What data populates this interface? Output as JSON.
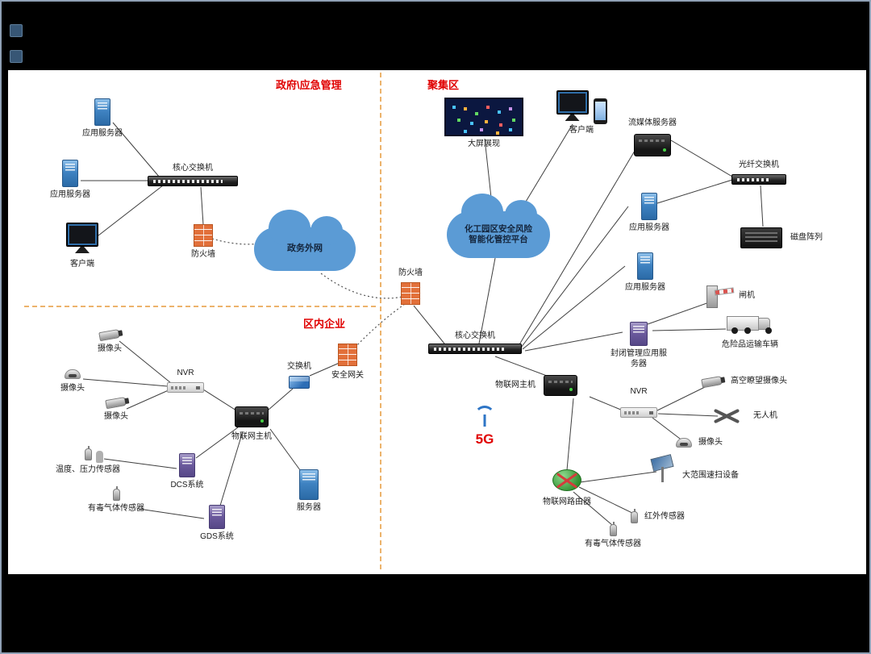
{
  "colors": {
    "accent_red": "#e00000",
    "cloud_blue": "#5B9BD5",
    "divider_orange": "#e59a3c",
    "firewall_orange": "#e2703a"
  },
  "zones": {
    "gov": "政府\\应急管理",
    "cluster": "聚集区",
    "enterprise": "区内企业"
  },
  "nodes": {
    "gov": {
      "app_server1": "应用服务器",
      "app_server2": "应用服务器",
      "client": "客户端",
      "core_switch": "核心交换机",
      "firewall": "防火墙",
      "cloud": "政务外网"
    },
    "cluster": {
      "big_screen": "大屏展现",
      "client": "客户端",
      "streaming_server": "流媒体服务器",
      "fiber_switch": "光纤交换机",
      "disk_array": "磁盘阵列",
      "app_server1": "应用服务器",
      "app_server2": "应用服务器",
      "platform_line1": "化工园区安全风险",
      "platform_line2": "智能化管控平台",
      "firewall": "防火墙",
      "core_switch": "核心交换机",
      "gate": "闸机",
      "closed_mgmt_server": "封闭管理应用服务器",
      "truck": "危险品运输车辆",
      "iot_host": "物联网主机",
      "nvr": "NVR",
      "high_camera": "高空瞭望摄像头",
      "drone": "无人机",
      "camera": "摄像头",
      "five_g": "5G",
      "iot_router": "物联网路由器",
      "wide_scan": "大范围速扫设备",
      "infrared_sensor": "红外传感器",
      "toxic_gas_sensor": "有毒气体传感器"
    },
    "enterprise": {
      "camera1": "摄像头",
      "camera2": "摄像头",
      "camera3": "摄像头",
      "nvr": "NVR",
      "switch": "交换机",
      "security_gateway": "安全网关",
      "iot_host": "物联网主机",
      "temp_pressure_sensor": "温度、压力传感器",
      "dcs": "DCS系统",
      "toxic_gas_sensor": "有毒气体传感器",
      "gds": "GDS系统",
      "server": "服务器"
    }
  },
  "edges": [
    {
      "from": "gov.app_server1",
      "to": "gov.core_switch",
      "style": "solid"
    },
    {
      "from": "gov.app_server2",
      "to": "gov.core_switch",
      "style": "solid"
    },
    {
      "from": "gov.client",
      "to": "gov.core_switch",
      "style": "solid"
    },
    {
      "from": "gov.core_switch",
      "to": "gov.firewall",
      "style": "solid"
    },
    {
      "from": "gov.firewall",
      "to": "gov.cloud",
      "style": "dotted"
    },
    {
      "from": "gov.cloud",
      "to": "cluster.firewall",
      "style": "dotted"
    },
    {
      "from": "enterprise.security_gateway",
      "to": "cluster.firewall",
      "style": "dotted"
    },
    {
      "from": "cluster.platform_cloud",
      "to": "cluster.big_screen",
      "style": "solid"
    },
    {
      "from": "cluster.platform_cloud",
      "to": "cluster.client",
      "style": "solid"
    },
    {
      "from": "cluster.platform_cloud",
      "to": "cluster.core_switch",
      "style": "solid"
    },
    {
      "from": "cluster.firewall",
      "to": "cluster.core_switch",
      "style": "solid"
    },
    {
      "from": "cluster.core_switch",
      "to": "cluster.streaming_server",
      "style": "solid"
    },
    {
      "from": "cluster.core_switch",
      "to": "cluster.app_server1",
      "style": "solid"
    },
    {
      "from": "cluster.core_switch",
      "to": "cluster.app_server2",
      "style": "solid"
    },
    {
      "from": "cluster.core_switch",
      "to": "cluster.closed_mgmt_server",
      "style": "solid"
    },
    {
      "from": "cluster.core_switch",
      "to": "cluster.iot_host",
      "style": "solid"
    },
    {
      "from": "cluster.streaming_server",
      "to": "cluster.fiber_switch",
      "style": "solid"
    },
    {
      "from": "cluster.app_server1",
      "to": "cluster.fiber_switch",
      "style": "solid"
    },
    {
      "from": "cluster.fiber_switch",
      "to": "cluster.disk_array",
      "style": "solid"
    },
    {
      "from": "cluster.closed_mgmt_server",
      "to": "cluster.gate",
      "style": "solid"
    },
    {
      "from": "cluster.closed_mgmt_server",
      "to": "cluster.truck",
      "style": "solid"
    },
    {
      "from": "cluster.iot_host",
      "to": "cluster.nvr",
      "style": "solid"
    },
    {
      "from": "cluster.nvr",
      "to": "cluster.high_camera",
      "style": "solid"
    },
    {
      "from": "cluster.nvr",
      "to": "cluster.drone",
      "style": "solid"
    },
    {
      "from": "cluster.nvr",
      "to": "cluster.camera",
      "style": "solid"
    },
    {
      "from": "cluster.iot_host",
      "to": "cluster.iot_router",
      "style": "solid"
    },
    {
      "from": "cluster.iot_router",
      "to": "cluster.wide_scan",
      "style": "solid"
    },
    {
      "from": "cluster.iot_router",
      "to": "cluster.infrared_sensor",
      "style": "solid"
    },
    {
      "from": "cluster.iot_router",
      "to": "cluster.toxic_gas_sensor",
      "style": "solid"
    },
    {
      "from": "enterprise.camera1",
      "to": "enterprise.nvr",
      "style": "solid"
    },
    {
      "from": "enterprise.camera2",
      "to": "enterprise.nvr",
      "style": "solid"
    },
    {
      "from": "enterprise.camera3",
      "to": "enterprise.nvr",
      "style": "solid"
    },
    {
      "from": "enterprise.nvr",
      "to": "enterprise.iot_host",
      "style": "solid"
    },
    {
      "from": "enterprise.iot_host",
      "to": "enterprise.switch",
      "style": "solid"
    },
    {
      "from": "enterprise.switch",
      "to": "enterprise.security_gateway",
      "style": "solid"
    },
    {
      "from": "enterprise.iot_host",
      "to": "enterprise.dcs",
      "style": "solid"
    },
    {
      "from": "enterprise.iot_host",
      "to": "enterprise.gds",
      "style": "solid"
    },
    {
      "from": "enterprise.iot_host",
      "to": "enterprise.server",
      "style": "solid"
    },
    {
      "from": "enterprise.dcs",
      "to": "enterprise.temp_pressure_sensor",
      "style": "solid"
    },
    {
      "from": "enterprise.gds",
      "to": "enterprise.toxic_gas_sensor",
      "style": "solid"
    }
  ]
}
